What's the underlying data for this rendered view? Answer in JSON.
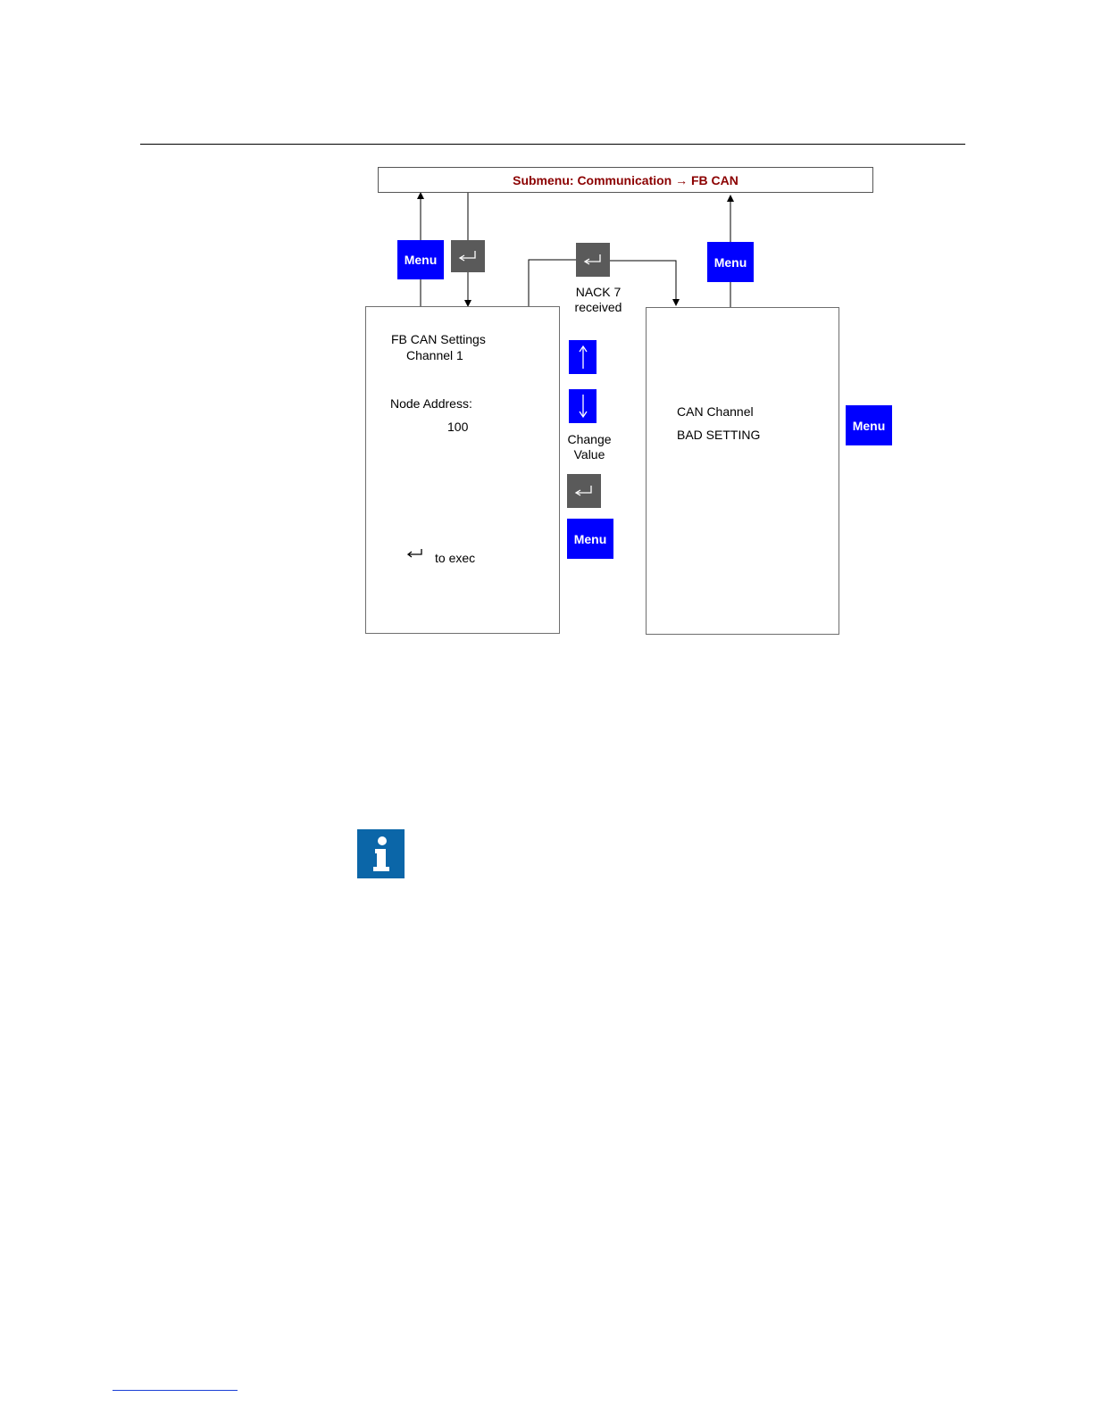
{
  "submenu": {
    "title": "Submenu: Communication → FB CAN",
    "color": "#8b0000"
  },
  "left_screen": {
    "title_line1": "FB CAN Settings",
    "title_line2": "Channel 1",
    "field_label": "Node Address:",
    "field_value": "100",
    "hint": "to exec"
  },
  "right_screen": {
    "line1": "CAN Channel",
    "line2": "BAD SETTING"
  },
  "buttons": {
    "menu_label": "Menu",
    "menu_color": "#0000ff",
    "enter_color": "#5a5a5a"
  },
  "labels": {
    "nack_line1": "NACK 7",
    "nack_line2": "received",
    "change_line1": "Change",
    "change_line2": "Value"
  },
  "icons": {
    "enter": "enter-key-icon",
    "up": "up-arrow-icon",
    "down": "down-arrow-icon",
    "info": "info-icon"
  }
}
